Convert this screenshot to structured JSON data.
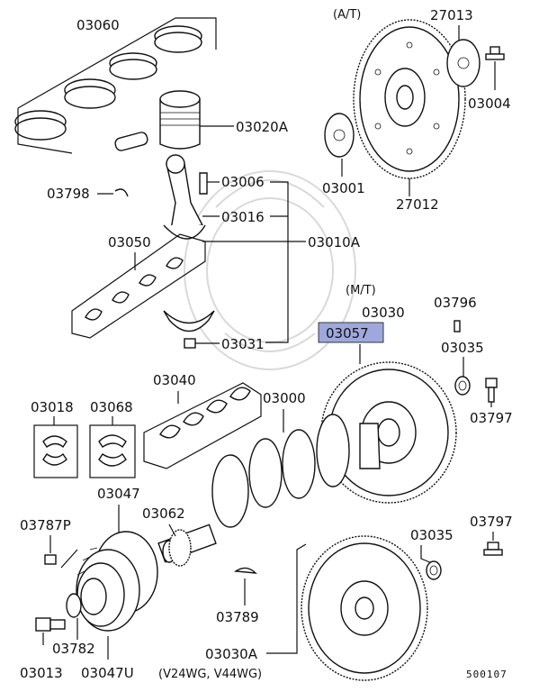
{
  "diagram": {
    "labels": {
      "p03060": "03060",
      "p03020A": "03020A",
      "p03006": "03006",
      "p03798": "03798",
      "p03016": "03016",
      "p03010A": "03010A",
      "p03050": "03050",
      "p03031": "03031",
      "at_heading": "(A/T)",
      "p27013": "27013",
      "p03004": "03004",
      "p03001": "03001",
      "p27012": "27012",
      "mt_heading": "(M/T)",
      "p03796": "03796",
      "p03030": "03030",
      "p03057": "03057",
      "p03035_top": "03035",
      "p03797_top": "03797",
      "p03040": "03040",
      "p03000": "03000",
      "p03018": "03018",
      "p03068": "03068",
      "p03047": "03047",
      "p03062": "03062",
      "p03787P": "03787P",
      "p03789": "03789",
      "p03782": "03782",
      "p03013": "03013",
      "p03047U": "03047U",
      "p03030A": "03030A",
      "variant_note": "(V24WG, V44WG)",
      "p03797_bottom": "03797",
      "p03035_bottom": "03035",
      "drawing_no": "500107"
    },
    "highlight_color": "#9fa8dc"
  }
}
